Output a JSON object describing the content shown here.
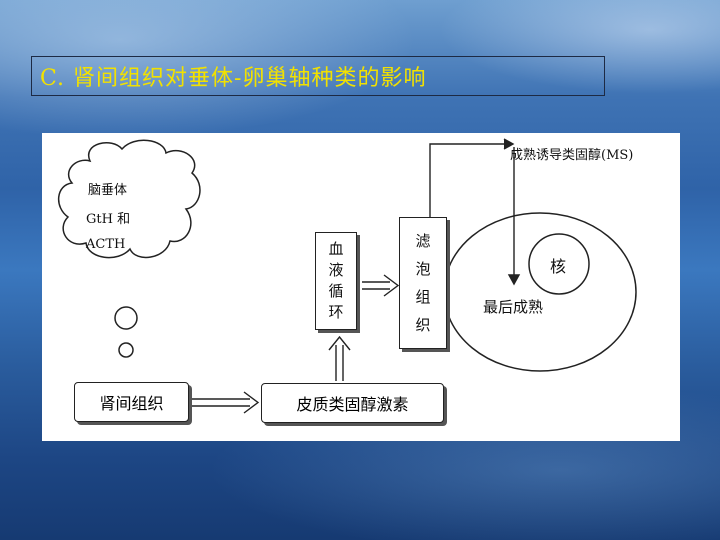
{
  "title": "C. 肾间组织对垂体-卵巢轴种类的影响",
  "diagram": {
    "cloud_lines": [
      "脑垂体",
      "GtH 和",
      "ACTH"
    ],
    "adrenal_box": "肾间组织",
    "cortisol_box": "皮质类固醇激素",
    "blood_box": [
      "血",
      "液",
      "循",
      "环"
    ],
    "follicle_box": [
      "滤",
      "泡",
      "组",
      "织"
    ],
    "nucleus_label": "核",
    "final_label": "最后成熟",
    "mis_label": "成熟诱导类固醇(MS)"
  },
  "colors": {
    "title_text": "#f2e100",
    "panel_bg": "#ffffff",
    "line": "#222222"
  }
}
